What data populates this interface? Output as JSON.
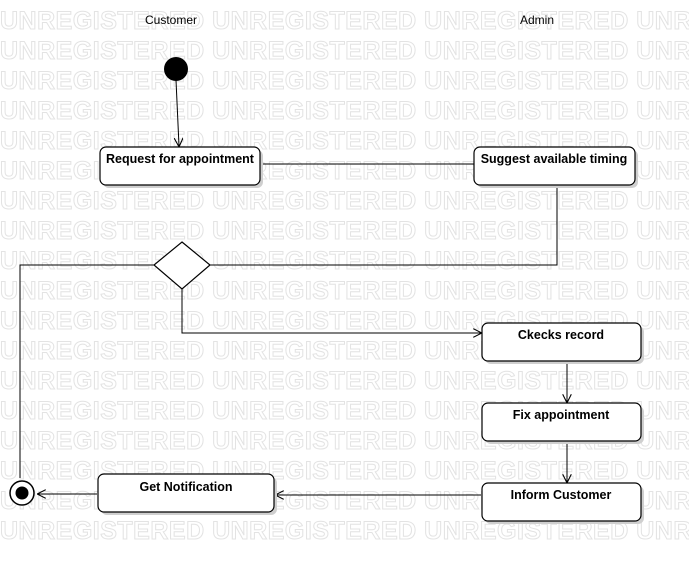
{
  "watermark_text": "UNREGISTERED UNREGISTERED UNREGISTERED UNREGISTERED",
  "lanes": {
    "customer": "Customer",
    "admin": "Admin"
  },
  "activities": {
    "request": "Request for appointment",
    "suggest": "Suggest available timing",
    "checks": "Ckecks record",
    "fix": "Fix appointment",
    "inform": "Inform Customer",
    "notify": "Get Notification"
  }
}
